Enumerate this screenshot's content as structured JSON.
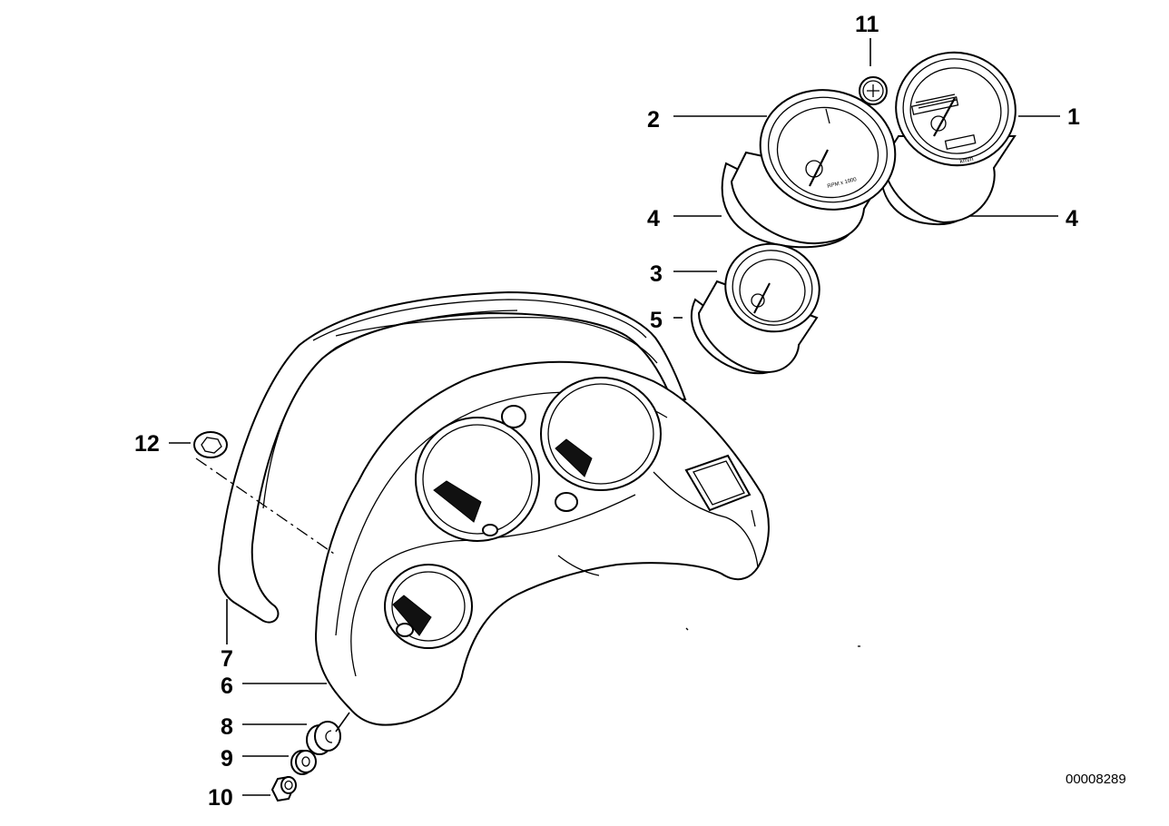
{
  "diagram": {
    "callouts": [
      {
        "id": "c1",
        "text": "1"
      },
      {
        "id": "c2",
        "text": "2"
      },
      {
        "id": "c3",
        "text": "3"
      },
      {
        "id": "c4a",
        "text": "4"
      },
      {
        "id": "c4b",
        "text": "4"
      },
      {
        "id": "c5",
        "text": "5"
      },
      {
        "id": "c6",
        "text": "6"
      },
      {
        "id": "c7",
        "text": "7"
      },
      {
        "id": "c8",
        "text": "8"
      },
      {
        "id": "c9",
        "text": "9"
      },
      {
        "id": "c10",
        "text": "10"
      },
      {
        "id": "c11",
        "text": "11"
      },
      {
        "id": "c12",
        "text": "12"
      }
    ],
    "gauge_labels": {
      "speedo_unit": "km/h",
      "tacho_unit": "RPM x 1000"
    },
    "drawing_number": "00008289"
  }
}
